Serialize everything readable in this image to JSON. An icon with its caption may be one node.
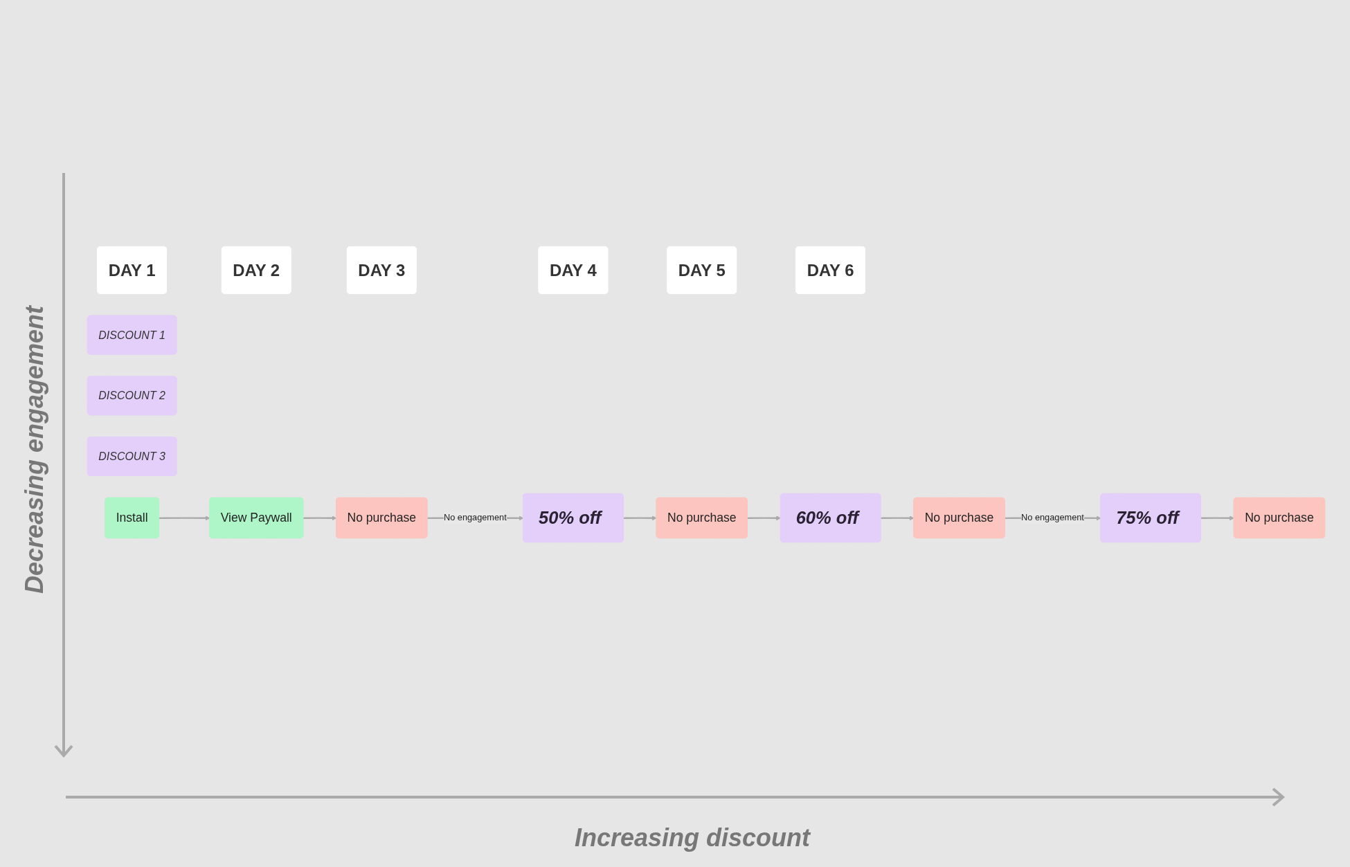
{
  "diagram": {
    "nodes": [
      {
        "text": [
          "DAY 1"
        ]
      },
      {
        "text": [
          "DAY 2"
        ]
      },
      {
        "text": [
          "DAY 3"
        ]
      },
      {
        "text": [
          "DAY 4"
        ]
      },
      {
        "text": [
          "DAY 5"
        ]
      },
      {
        "text": [
          "DAY 6"
        ]
      },
      {
        "text": [
          "DISCOUNT 1"
        ]
      },
      {
        "text": [
          "DISCOUNT 2"
        ]
      },
      {
        "text": [
          "DISCOUNT 3"
        ]
      },
      {
        "text": [
          "Install"
        ]
      },
      {
        "text": [
          "View Paywall"
        ]
      },
      {
        "text": [
          "No purchase"
        ]
      },
      {
        "text": [
          "50% off"
        ]
      },
      {
        "text": [
          "No purchase"
        ]
      },
      {
        "text": [
          "60% off"
        ]
      },
      {
        "text": [
          "No purchase"
        ]
      },
      {
        "text": [
          "75% off"
        ]
      },
      {
        "text": [
          "No purchase"
        ]
      }
    ],
    "edges": [
      {
        "from": 9,
        "to": 10,
        "arrow": "to"
      },
      {
        "from": 10,
        "to": 11,
        "arrow": "to"
      },
      {
        "from": 11,
        "to": 12,
        "arrow": "to",
        "label": "No engagement"
      },
      {
        "from": 12,
        "to": 13,
        "arrow": "to"
      },
      {
        "from": 13,
        "to": 14,
        "arrow": "to"
      },
      {
        "from": 14,
        "to": 15,
        "arrow": "to"
      },
      {
        "from": 15,
        "to": 16,
        "arrow": "to",
        "label": "No engagement"
      },
      {
        "from": 16,
        "to": 17,
        "arrow": "to"
      }
    ],
    "labels": [
      "Decreasing engagement",
      "Increasing discount"
    ]
  }
}
